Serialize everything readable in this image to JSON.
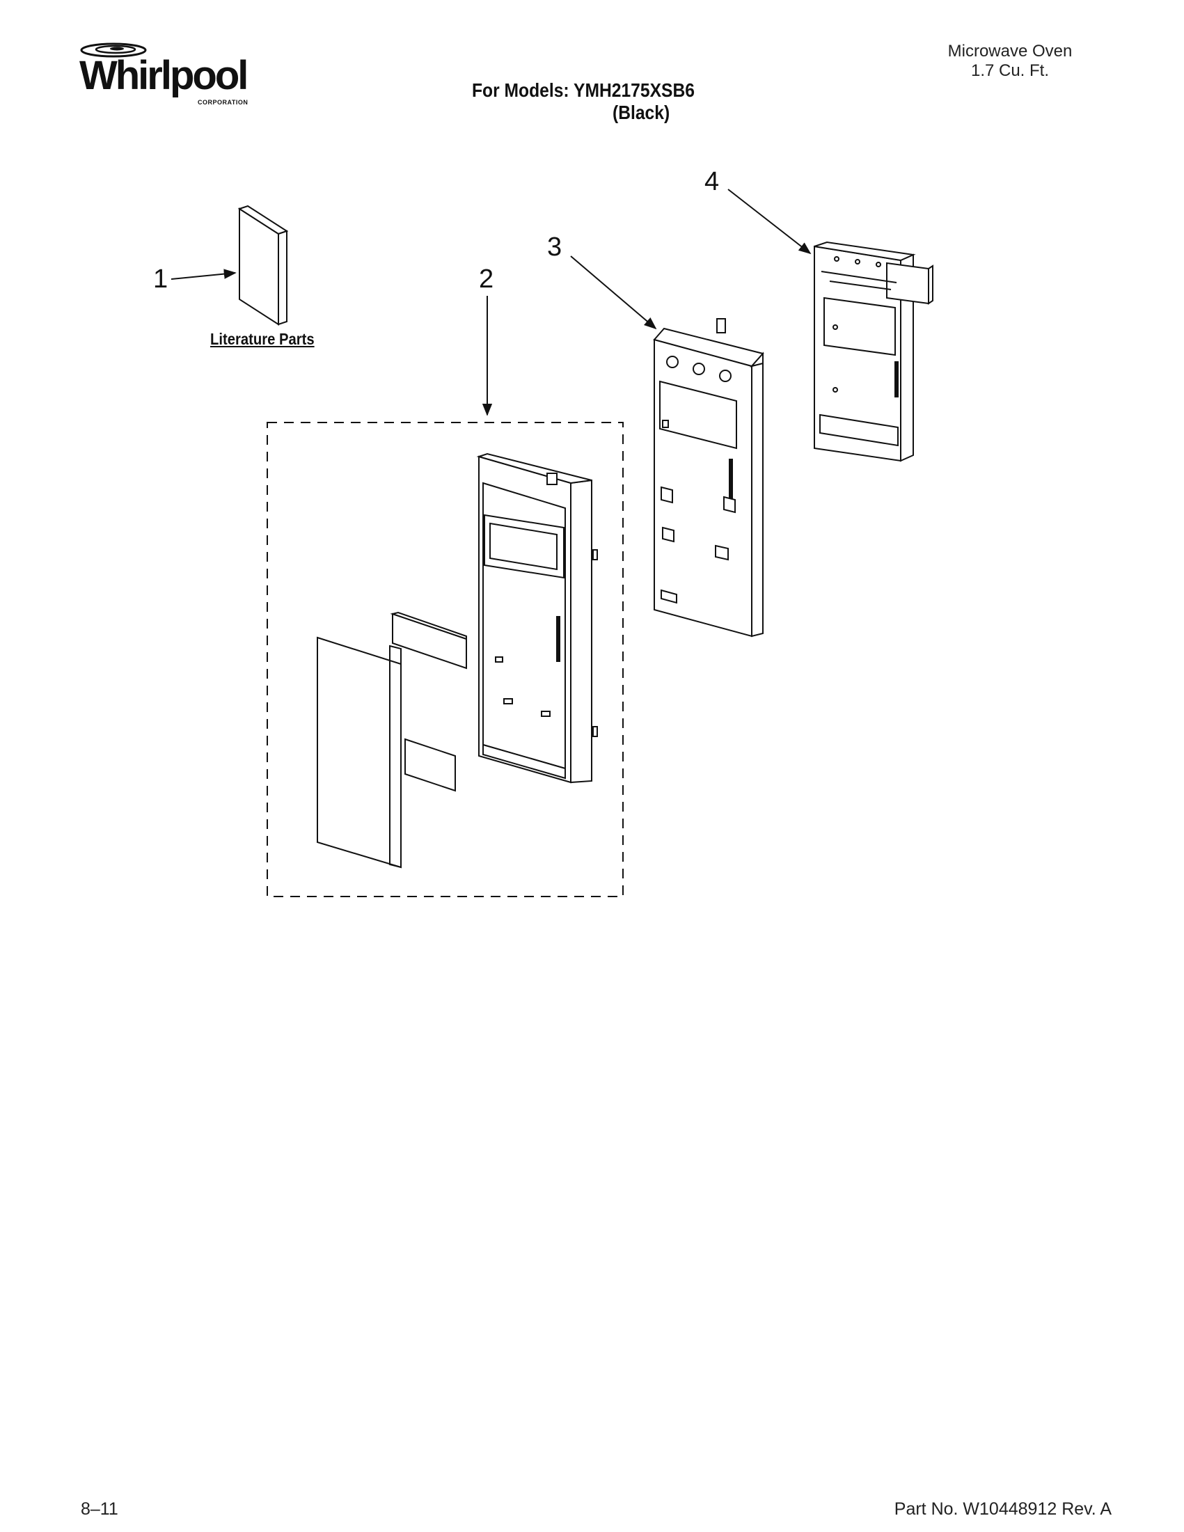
{
  "brand": {
    "name": "Whirlpool",
    "sub": "CORPORATION",
    "logo_icon": "whirlpool-swirl-logo"
  },
  "header": {
    "product": "Microwave Oven",
    "capacity": "1.7 Cu. Ft.",
    "models_line": "For Models: YMH2175XSB6",
    "color_line": "(Black)"
  },
  "diagram": {
    "callouts": [
      "1",
      "2",
      "3",
      "4"
    ],
    "literature_label": "Literature Parts"
  },
  "footer": {
    "page": "8–11",
    "part_no": "Part No. W10448912 Rev. A"
  }
}
